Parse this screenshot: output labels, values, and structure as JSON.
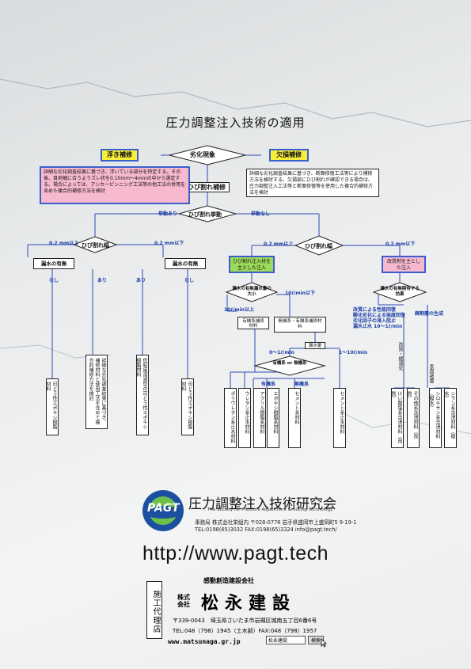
{
  "title": "圧力調整注入技術の適用",
  "nodes": {
    "root": "劣化現象",
    "lift": "浮き補修",
    "defect": "欠損補修",
    "crack_repair": "ひび割れ補修",
    "crack_move": "ひび割れ挙動",
    "width_left": "ひび割れ幅",
    "width_right": "ひび割れ幅",
    "leak_a": "漏水の有無",
    "leak_b": "漏水の有無",
    "crack_mat": "ひび割れ注入材を主とした注入",
    "reform": "改質剤を主とした注入",
    "leak_amount": "漏水の有無漏水量の大小",
    "leak_effect": "漏水の有無期待する効果",
    "organic_water": "有機系補修材料",
    "inorg_org": "無機系・有機系補修材料",
    "leak_vol": "漏水量",
    "org_or_inorg": "有機系 or 無機系"
  },
  "notes": {
    "left": "詳細な劣化調査結果に基づき、浮いている部分を特定する。その後、目地幅に合うようズレ状を0.10mm〜4mmの中から選定する。場合によっては、アンカーピンニング工法等の他工法の併用を含めた複合的補修方法を検討",
    "right": "詳細な劣化調査結果に基づき、断面修復工法等により補修方法を検討する。欠損部にひび割れが確認できる場合は、圧力調整注入工法等と断面修復等を使用した複合的補修方法を検討"
  },
  "labels": {
    "move_yes": "挙動あり",
    "move_no": "挙動なし",
    "w_left_up": "0.2 mm以上",
    "w_left_down": "0.2 mm以下",
    "w_right_up": "0.2 mm以上",
    "w_right_down": "0.2 mm以下",
    "none1": "なし",
    "yes1": "あり",
    "yes2": "あり",
    "none2": "なし",
    "lm_up": "10ℓ/min以上",
    "lm_down": "10ℓ/min以下",
    "lv1": "0〜1ℓ/min",
    "lv2": "1〜10ℓ/min",
    "org": "有機系",
    "inorg": "無機系",
    "effect_list": "改質による性能回復\n酸化劣化による強度回復\n劣化因子の浸入阻止\n漏水止水 10〜1ℓ/min",
    "rust": "鋳割層の生成",
    "perf": "改質・緩速化",
    "surface": "表面被覆"
  },
  "materials": [
    "可とう性エポキシ樹脂材料",
    "詳細な劣化調査結果に基づき、補修材料と使用工法を含めて複合的補修方法を検討",
    "低粘度溶液型の可とう性エポキシ樹脂材料",
    "可とう性エポキシ樹脂材料",
    "ポリウレタン系止水材料",
    "ウレタン系止水材料",
    "アクリル樹脂系材料",
    "エポキシ樹脂系材料",
    "セメント系材料",
    "セメント系止水材料",
    "けい酸塩系含浸材料（改質）",
    "その他系含浸材料（改質）",
    "シロキサン系含浸材料（撥水）",
    "シラン系含浸材料（撥水）"
  ],
  "org": {
    "logo_text": "PAGT",
    "logo_ring": "Pressure Adjustment Grouting Technology",
    "name": "圧力調整注入技術研究会",
    "subtitle": "The Society for Pressure Adjustment Grouting Technology",
    "addr": "事務局 株式会社栄組内 〒028-0776 岩手県盛岡市上盛岡町5 9-19-1",
    "tel": "TEL:0198(65)3032 FAX:0198(65)3324 info@pagt.tech/"
  },
  "url": "http://www.pagt.tech",
  "agent": {
    "label": "施工代理店",
    "tagline": "感動創造建設会社",
    "kabushiki": "株式会社",
    "name": "松永建設",
    "addr": "〒339-0043　埼玉県さいたま市岩槻区城南五丁目6番6号",
    "tel": "TEL:048（798）1945（土木部）FAX:048（798）1957",
    "url": "www.matsunaga.gr.jp",
    "search_value": "松永建設",
    "search_button": "検索"
  }
}
